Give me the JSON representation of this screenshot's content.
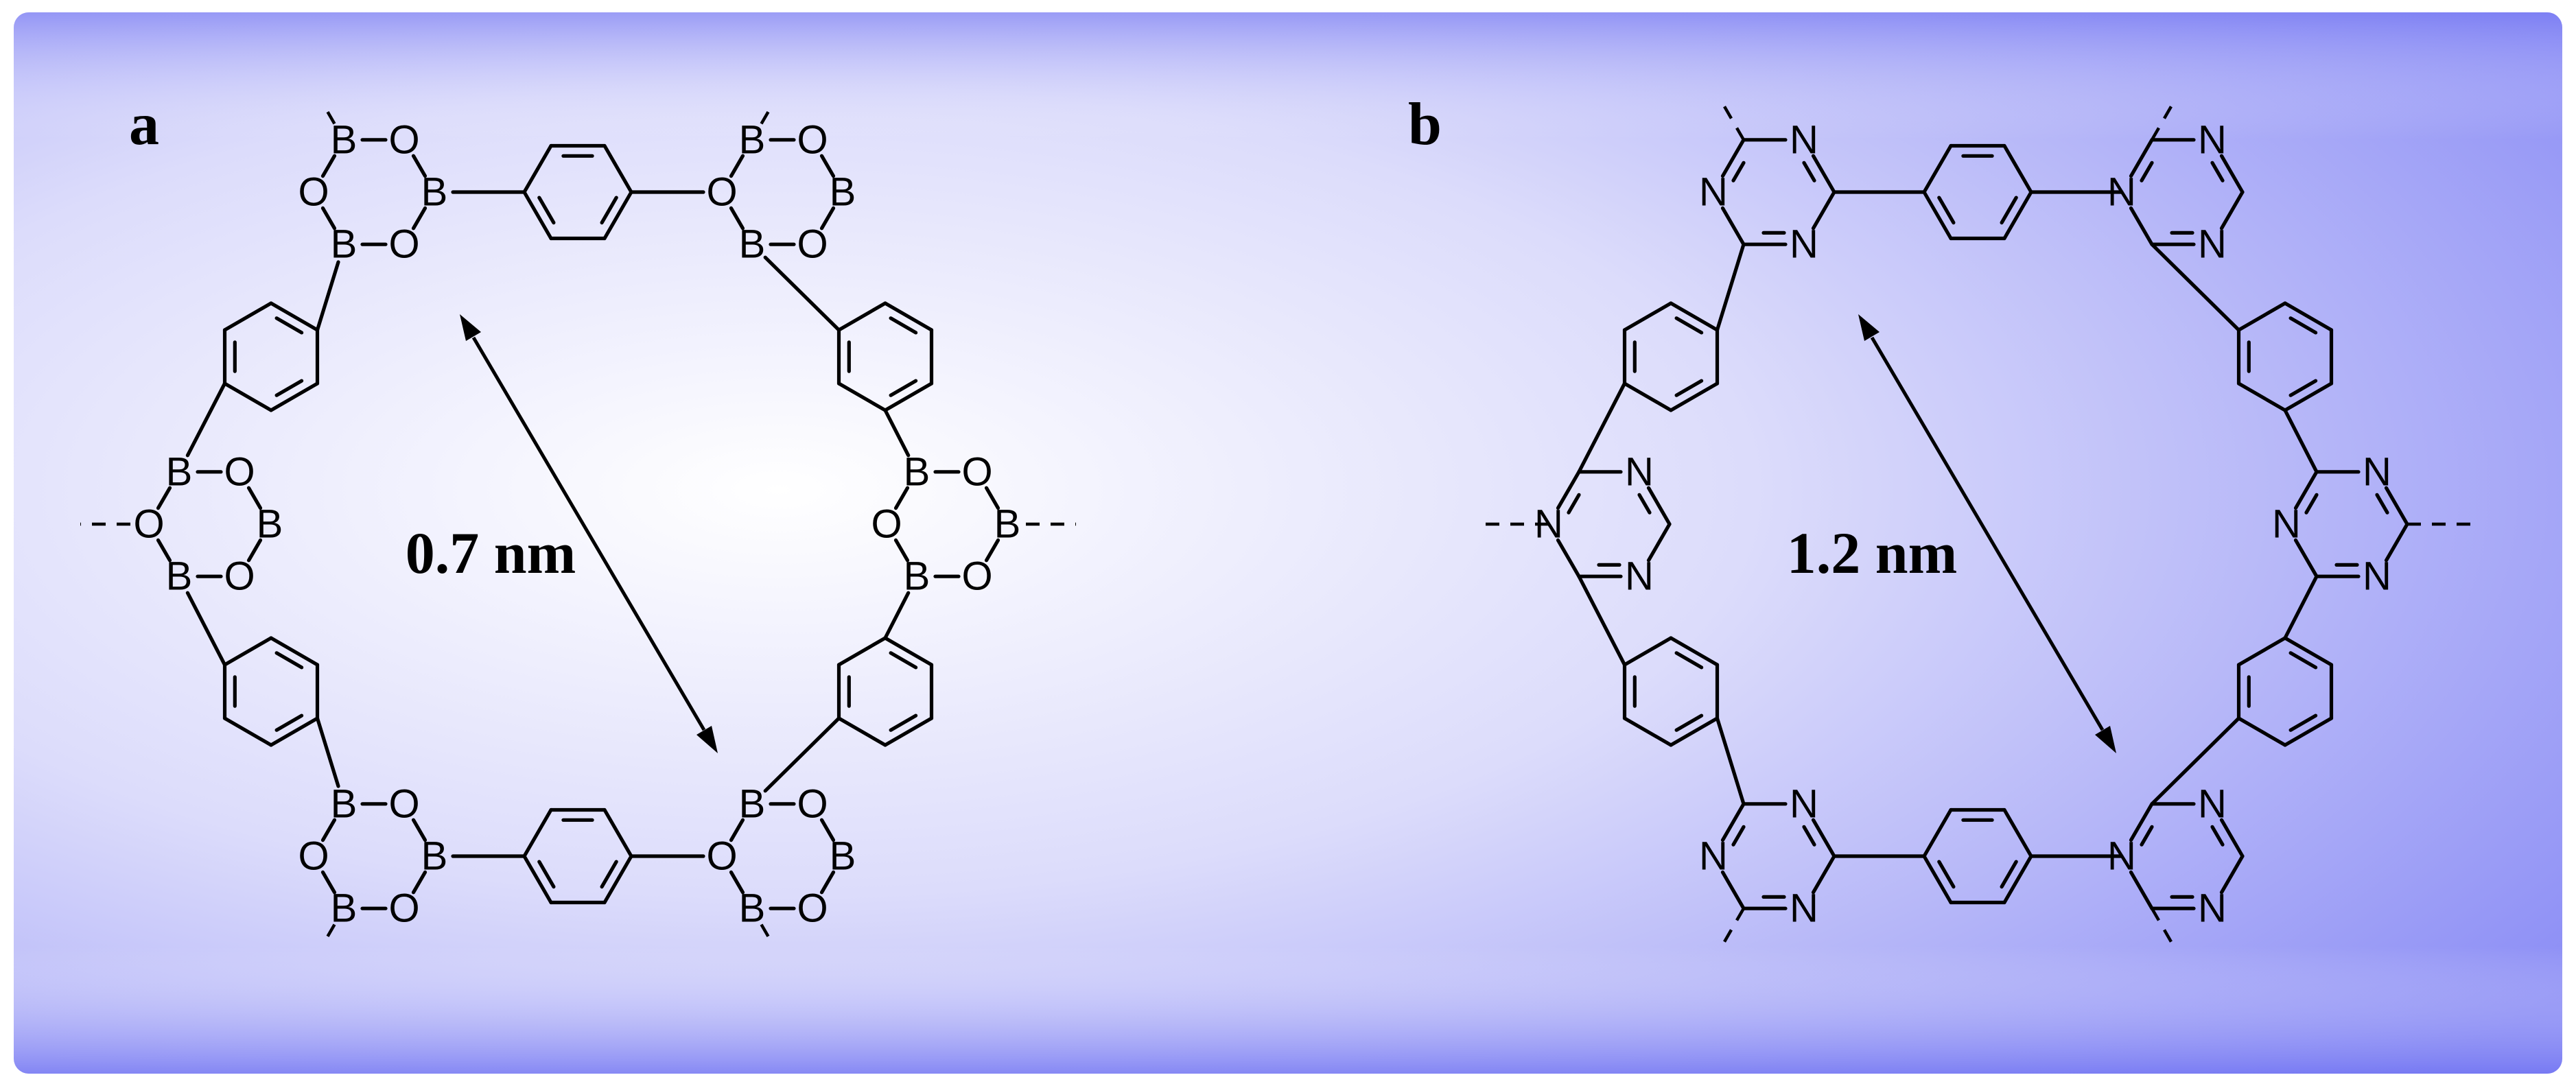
{
  "figure": {
    "panels": [
      {
        "label": "a",
        "distance": "0.7 nm",
        "ring_type": "boroxine",
        "ring_atoms": [
          "B",
          "O"
        ]
      },
      {
        "label": "b",
        "distance": "1.2 nm",
        "ring_type": "triazine",
        "ring_atoms": [
          "N"
        ]
      }
    ],
    "colors": {
      "background_center": "#ffffff",
      "background_edge": "#7b7ef7",
      "ink": "#000000"
    }
  }
}
